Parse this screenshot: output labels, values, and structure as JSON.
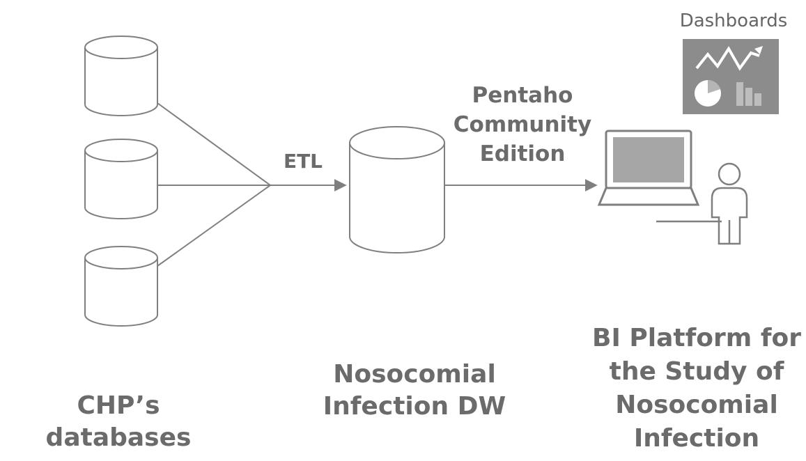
{
  "labels": {
    "source_databases": "CHP’s databases",
    "etl": "ETL",
    "warehouse": [
      "Nosocomial",
      "Infection DW"
    ],
    "bi_tool": [
      "Pentaho",
      "Community",
      "Edition"
    ],
    "platform": [
      "BI Platform for",
      "the Study of",
      "Nosocomial",
      "Infection"
    ],
    "dashboards": "Dashboards"
  },
  "colors": {
    "line": "#7f7f7f",
    "text": "#6b6b6b",
    "dashboard_tile": "#8c8c8c",
    "laptop_screen": "#a6a6a6"
  },
  "icons": [
    "database-icon",
    "arrow-icon",
    "laptop-icon",
    "user-icon",
    "dashboard-icon"
  ]
}
